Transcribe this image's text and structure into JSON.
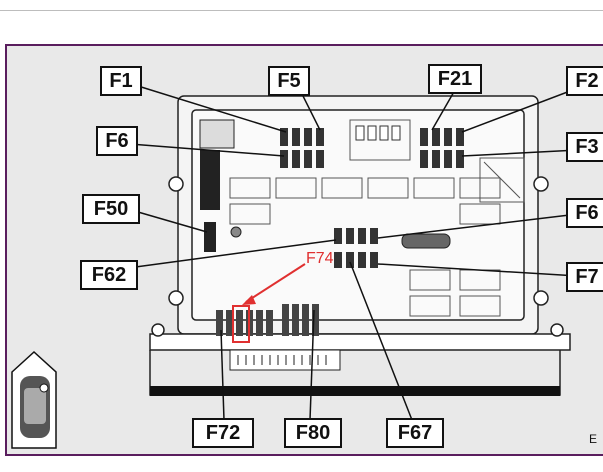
{
  "labels": {
    "f1": "F1",
    "f5": "F5",
    "f21": "F21",
    "f2": "F2",
    "f6a": "F6",
    "f3": "F3",
    "f50": "F50",
    "f6b": "F6",
    "f62": "F62",
    "f74": "F74",
    "f7": "F7",
    "f72": "F72",
    "f80": "F80",
    "f67": "F67"
  },
  "corner_code": "E",
  "colors": {
    "frame": "#5a1e5e",
    "highlight": "#e03030",
    "leader": "#111111"
  }
}
